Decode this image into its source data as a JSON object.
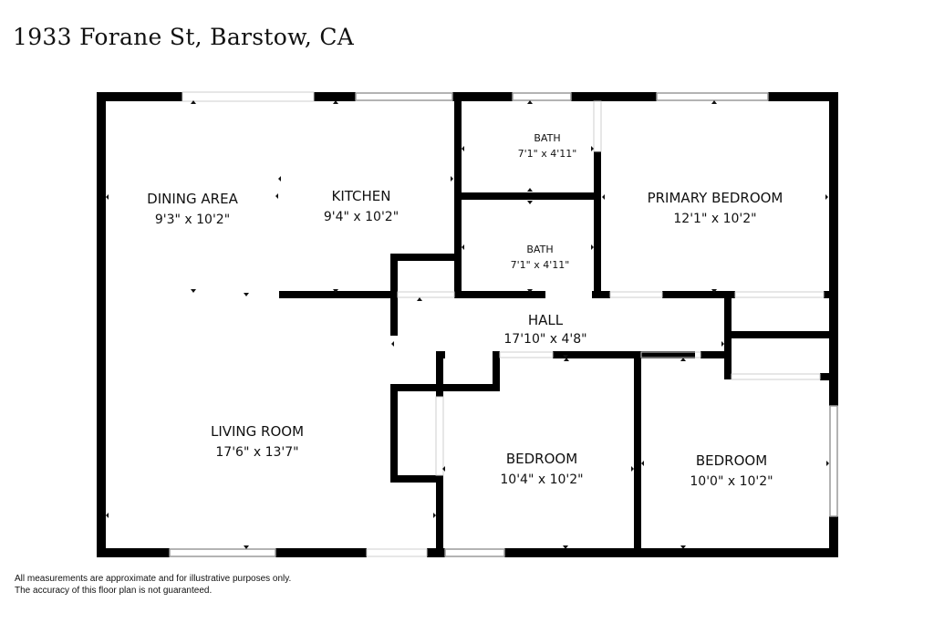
{
  "address": "1933 Forane St, Barstow, CA",
  "rooms": {
    "dining_area": {
      "name": "DINING AREA",
      "dims": "9'3\" x 10'2\""
    },
    "kitchen": {
      "name": "KITCHEN",
      "dims": "9'4\" x 10'2\""
    },
    "bath_1": {
      "name": "BATH",
      "dims": "7'1\" x 4'11\""
    },
    "bath_2": {
      "name": "BATH",
      "dims": "7'1\" x 4'11\""
    },
    "primary_bedroom": {
      "name": "PRIMARY BEDROOM",
      "dims": "12'1\" x 10'2\""
    },
    "hall": {
      "name": "HALL",
      "dims": "17'10\" x 4'8\""
    },
    "living_room": {
      "name": "LIVING ROOM",
      "dims": "17'6\" x 13'7\""
    },
    "bedroom_1": {
      "name": "BEDROOM",
      "dims": "10'4\" x 10'2\""
    },
    "bedroom_2": {
      "name": "BEDROOM",
      "dims": "10'0\" x 10'2\""
    }
  },
  "disclaimer": {
    "line1": "All measurements are approximate and for illustrative purposes only.",
    "line2": "The accuracy of this floor plan is not guaranteed."
  },
  "colors": {
    "wall": "#000000",
    "window": "#9a9a9a",
    "background": "#ffffff"
  }
}
